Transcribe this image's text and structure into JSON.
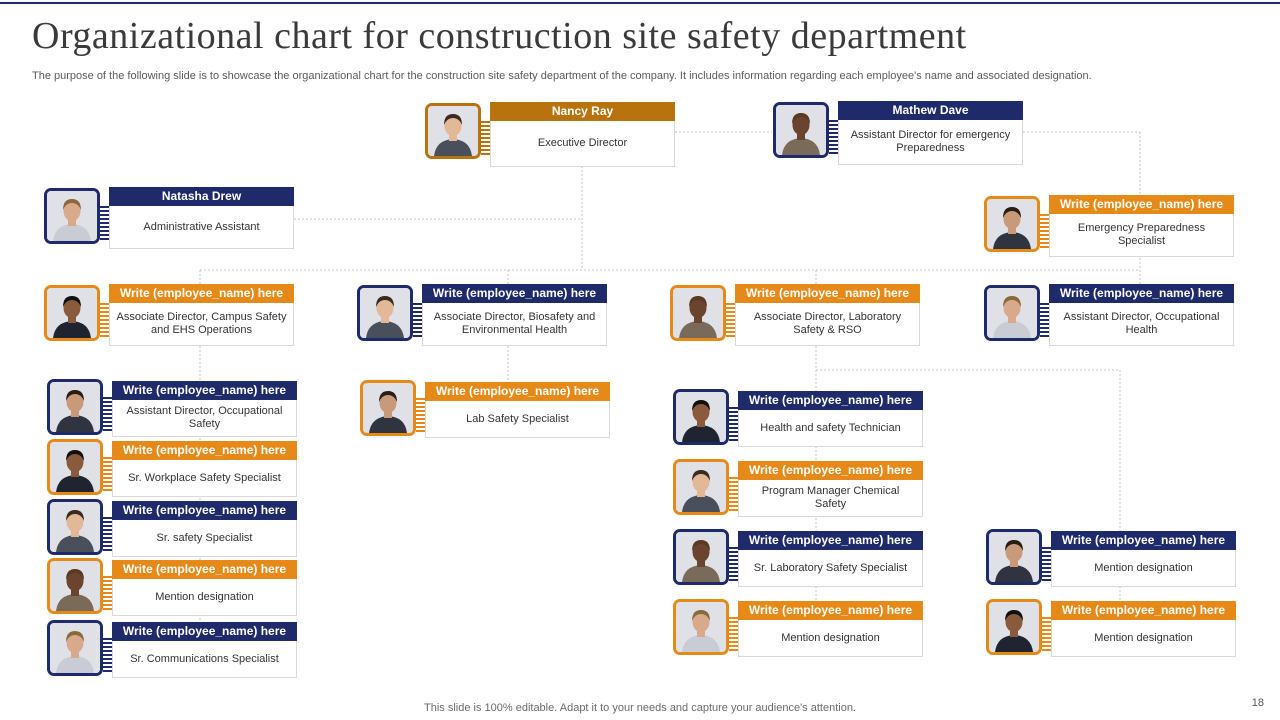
{
  "title": "Organizational chart for construction site safety department",
  "subtitle": "The purpose of the following slide is to showcase the organizational chart for the construction site safety department of the company. It includes information regarding each employee's name and associated designation.",
  "footer": "This slide is 100% editable. Adapt it to your needs and capture your audience's attention.",
  "page_number": "18",
  "colors": {
    "navy": "#1f2a6b",
    "orange": "#e58a19",
    "brown": "#b8730f",
    "connector": "#bdbdbd"
  },
  "people": [
    {
      "name": "Nancy Ray",
      "designation": "Executive Director",
      "color": "brown"
    },
    {
      "name": "Mathew Dave",
      "designation": "Assistant Director for emergency Preparedness",
      "color": "navy"
    },
    {
      "name": "Natasha Drew",
      "designation": "Administrative Assistant",
      "color": "navy"
    },
    {
      "name": "Write (employee_name) here",
      "designation": "Emergency Preparedness Specialist",
      "color": "orange"
    },
    {
      "name": "Write (employee_name) here",
      "designation": "Associate Director, Campus Safety and EHS Operations",
      "color": "orange"
    },
    {
      "name": "Write (employee_name) here",
      "designation": "Associate Director, Biosafety and Environmental Health",
      "color": "navy"
    },
    {
      "name": "Write (employee_name) here",
      "designation": "Associate Director, Laboratory Safety & RSO",
      "color": "orange"
    },
    {
      "name": "Write (employee_name) here",
      "designation": "Assistant Director, Occupational Health",
      "color": "navy"
    },
    {
      "name": "Write (employee_name) here",
      "designation": "Assistant Director, Occupational Safety",
      "color": "navy"
    },
    {
      "name": "Write (employee_name) here",
      "designation": "Sr. Workplace Safety Specialist",
      "color": "orange"
    },
    {
      "name": "Write (employee_name) here",
      "designation": "Sr. safety Specialist",
      "color": "navy"
    },
    {
      "name": "Write (employee_name) here",
      "designation": "Mention designation",
      "color": "orange"
    },
    {
      "name": "Write (employee_name) here",
      "designation": "Sr. Communications Specialist",
      "color": "navy"
    },
    {
      "name": "Write (employee_name) here",
      "designation": "Lab Safety Specialist",
      "color": "orange"
    },
    {
      "name": "Write (employee_name) here",
      "designation": "Health and safety Technician",
      "color": "navy"
    },
    {
      "name": "Write (employee_name) here",
      "designation": "Program Manager Chemical Safety",
      "color": "orange"
    },
    {
      "name": "Write (employee_name) here",
      "designation": "Sr. Laboratory Safety Specialist",
      "color": "navy"
    },
    {
      "name": "Write (employee_name) here",
      "designation": "Mention designation",
      "color": "orange"
    },
    {
      "name": "Write (employee_name) here",
      "designation": "Mention designation",
      "color": "navy"
    },
    {
      "name": "Write (employee_name) here",
      "designation": "Mention designation",
      "color": "orange"
    }
  ]
}
